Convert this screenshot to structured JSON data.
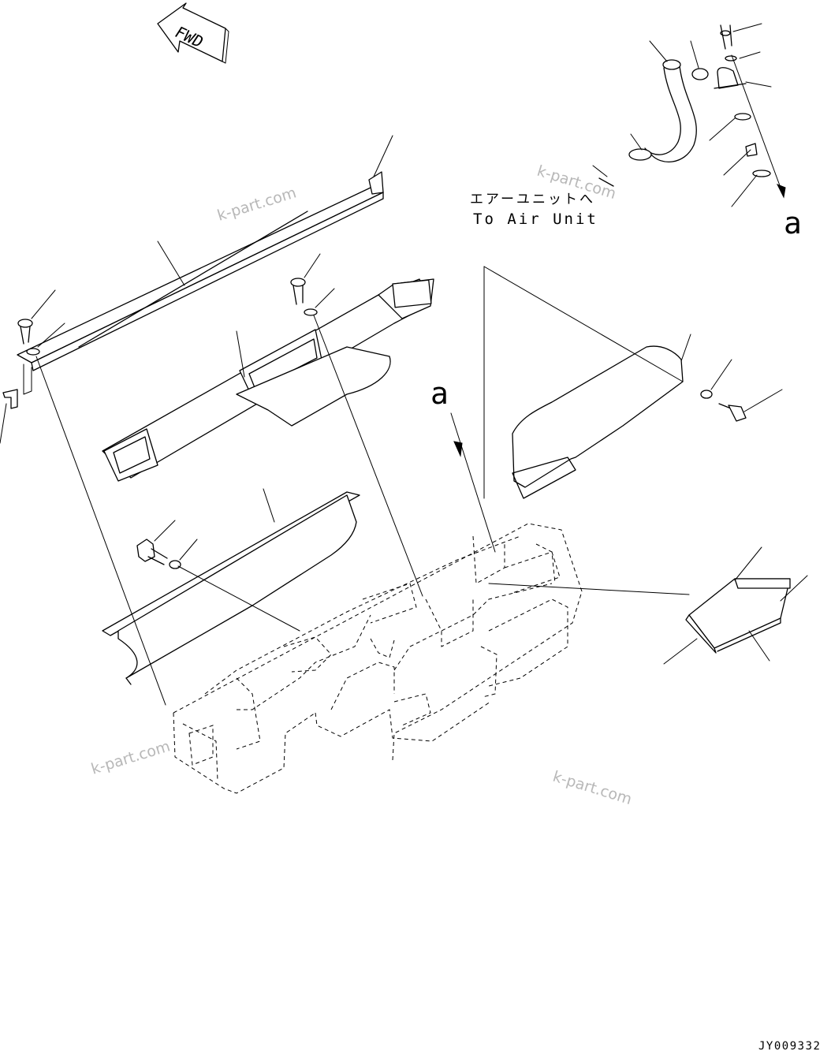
{
  "direction_marker": {
    "label": "FWD"
  },
  "note": {
    "japanese": "エアーユニットへ",
    "english": "To Air Unit"
  },
  "detail_callouts": {
    "upper_right": "a",
    "center": "a"
  },
  "watermarks": [
    "k-part.com",
    "k-part.com",
    "k-part.com",
    "k-part.com"
  ],
  "drawing_id": "JY009332"
}
